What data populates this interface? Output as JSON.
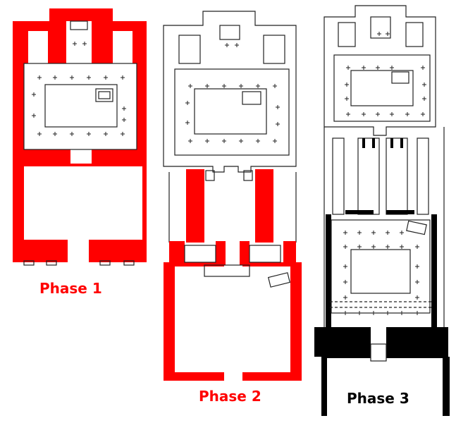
{
  "colors": {
    "phase1": "#ff0000",
    "phase2": "#ff0000",
    "phase3": "#000000",
    "outline": "#222222",
    "background": "#ffffff"
  },
  "captions": {
    "phase1": "Phase 1",
    "phase2": "Phase 2",
    "phase3": "Phase 3"
  },
  "plans": [
    {
      "id": "phase-1-plan",
      "highlight": "red"
    },
    {
      "id": "phase-2-plan",
      "highlight": "red"
    },
    {
      "id": "phase-3-plan",
      "highlight": "black"
    }
  ]
}
